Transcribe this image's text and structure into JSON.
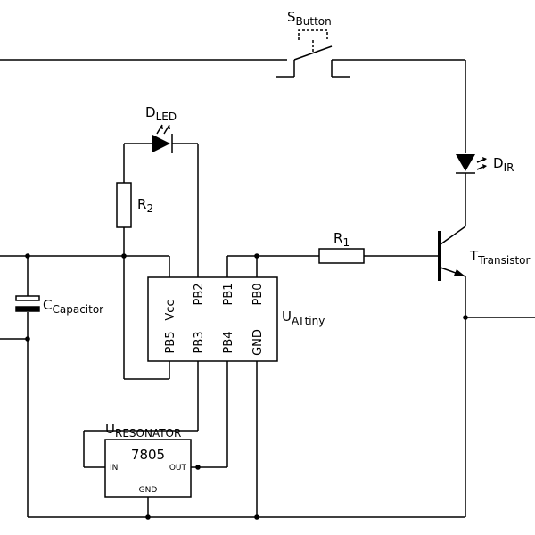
{
  "components": {
    "switch": {
      "letter": "S",
      "sub": "Button"
    },
    "led": {
      "letter": "D",
      "sub": "LED"
    },
    "ir": {
      "letter": "D",
      "sub": "IR"
    },
    "r2": {
      "letter": "R",
      "sub": "2"
    },
    "r1": {
      "letter": "R",
      "sub": "1"
    },
    "transistor": {
      "letter": "T",
      "sub": "Transistor"
    },
    "capacitor": {
      "letter": "C",
      "sub": "Capacitor"
    },
    "attiny": {
      "letter": "U",
      "sub": "ATtiny"
    },
    "resonator": {
      "letter": "U",
      "sub": "RESONATOR"
    }
  },
  "attiny_pins": {
    "top": [
      "Vcc",
      "PB2",
      "PB1",
      "PB0"
    ],
    "bottom": [
      "PB5",
      "PB3",
      "PB4",
      "GND"
    ]
  },
  "regulator": {
    "part": "7805",
    "in": "IN",
    "out": "OUT",
    "gnd": "GND"
  }
}
